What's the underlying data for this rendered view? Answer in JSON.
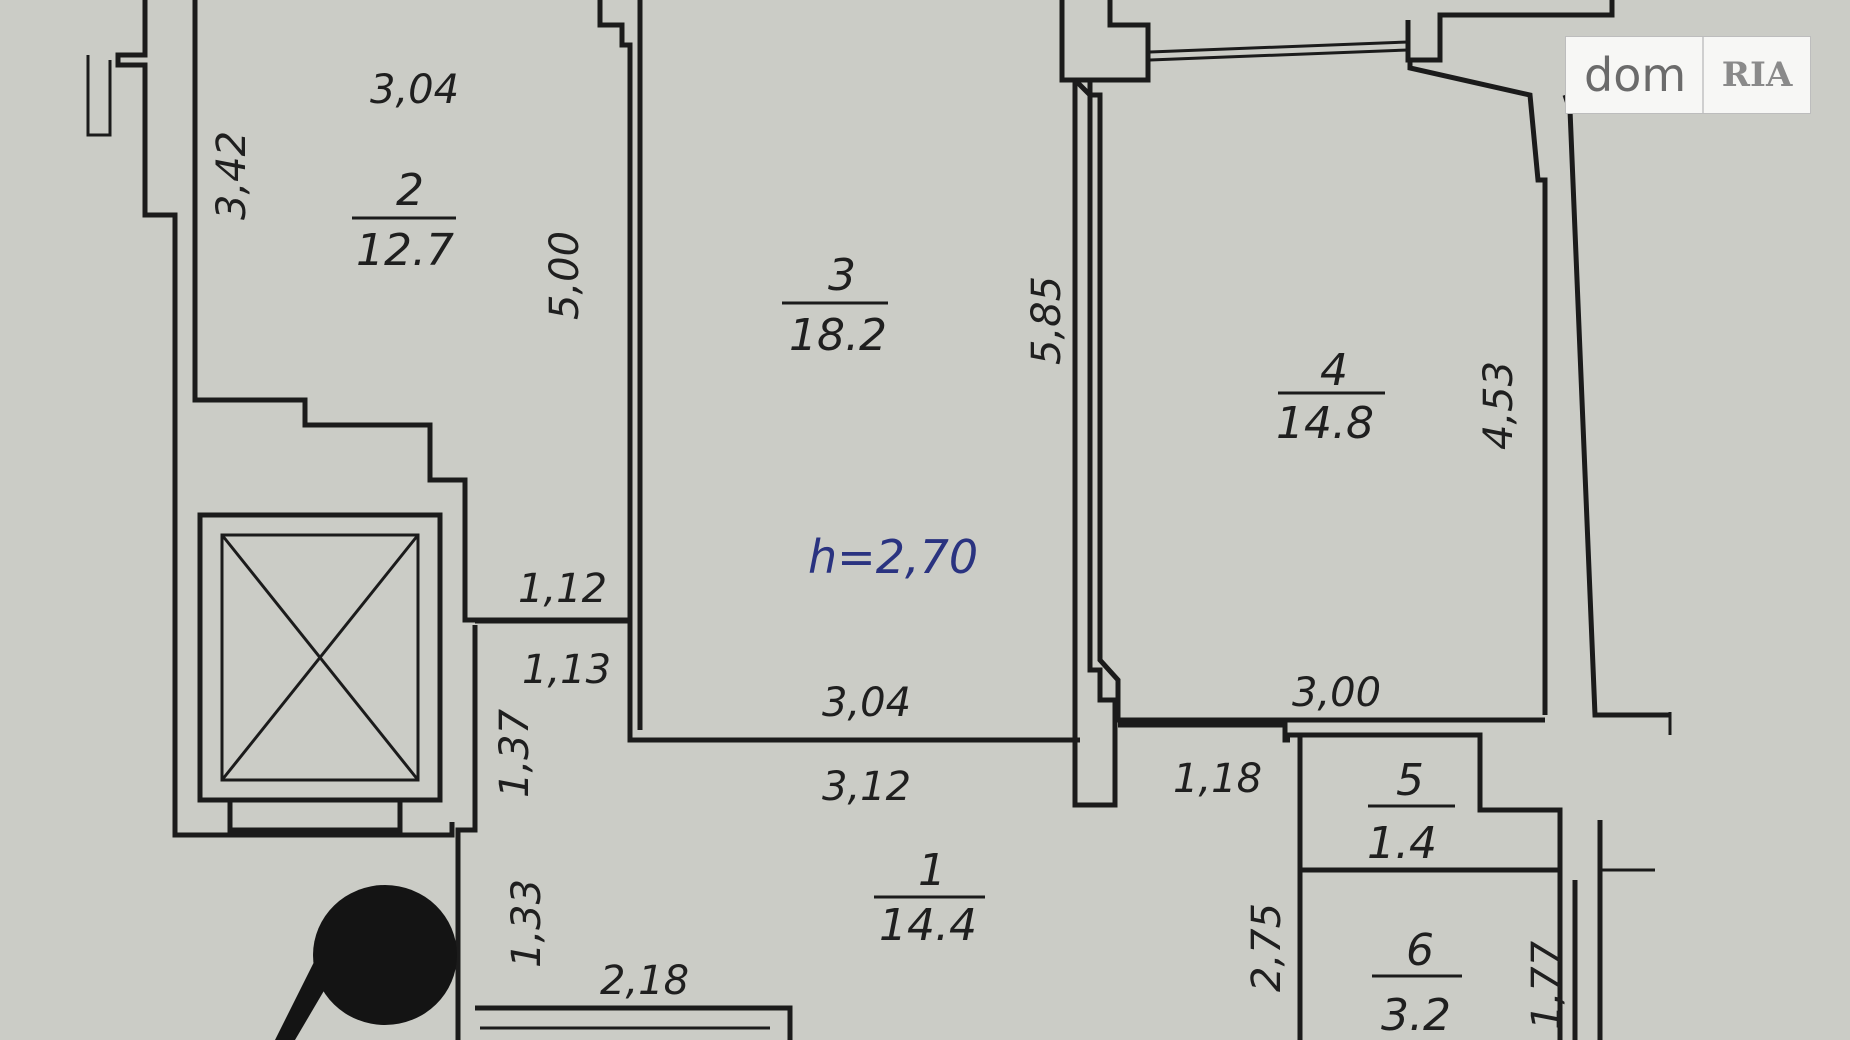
{
  "rooms": [
    {
      "number": "2",
      "area": "12.7"
    },
    {
      "number": "3",
      "area": "18.2"
    },
    {
      "number": "4",
      "area": "14.8"
    },
    {
      "number": "1",
      "area": "14.4"
    },
    {
      "number": "5",
      "area": "1.4"
    },
    {
      "number": "6",
      "area": "3.2"
    }
  ],
  "dimensions": {
    "d_304_top": "3,04",
    "d_342": "3,42",
    "d_500": "5,00",
    "d_585": "5,85",
    "d_453": "4,53",
    "d_112": "1,12",
    "d_113": "1,13",
    "d_304_bottom": "3,04",
    "d_300": "3,00",
    "d_137": "1,37",
    "d_312": "3,12",
    "d_118": "1,18",
    "d_133": "1,33",
    "d_218": "2,18",
    "d_275": "2,75",
    "d_177": "1,77"
  },
  "ceiling_height": "h=2,70",
  "watermark": {
    "left": "dom",
    "right": "RIA"
  }
}
